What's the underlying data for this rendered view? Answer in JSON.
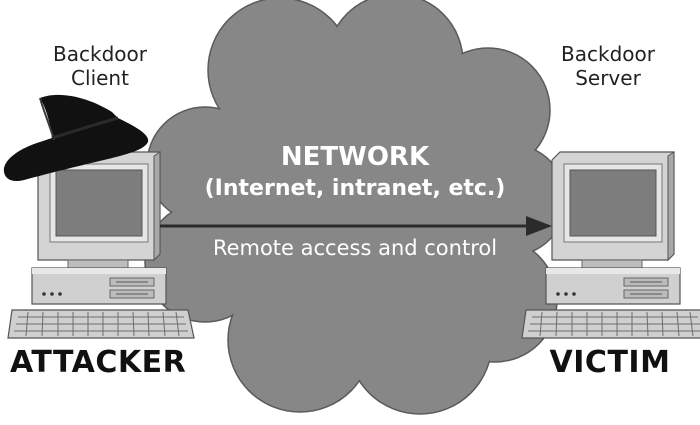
{
  "attacker": {
    "software_line1": "Backdoor",
    "software_line2": "Client",
    "role": "ATTACKER"
  },
  "victim": {
    "software_line1": "Backdoor",
    "software_line2": "Server",
    "role": "VICTIM"
  },
  "network": {
    "title": "NETWORK",
    "subtitle": "(Internet, intranet, etc.)",
    "connection_label": "Remote access and control"
  },
  "colors": {
    "cloud": "#878787",
    "computer_face": "#cfcfcf",
    "computer_shadow": "#9a9a9a",
    "screen": "#7d7d7d",
    "hat": "#111111",
    "arrow": "#2b2b2b"
  },
  "icons": [
    "black-hat-icon",
    "desktop-computer-icon",
    "cloud-icon",
    "arrow-right-icon"
  ]
}
